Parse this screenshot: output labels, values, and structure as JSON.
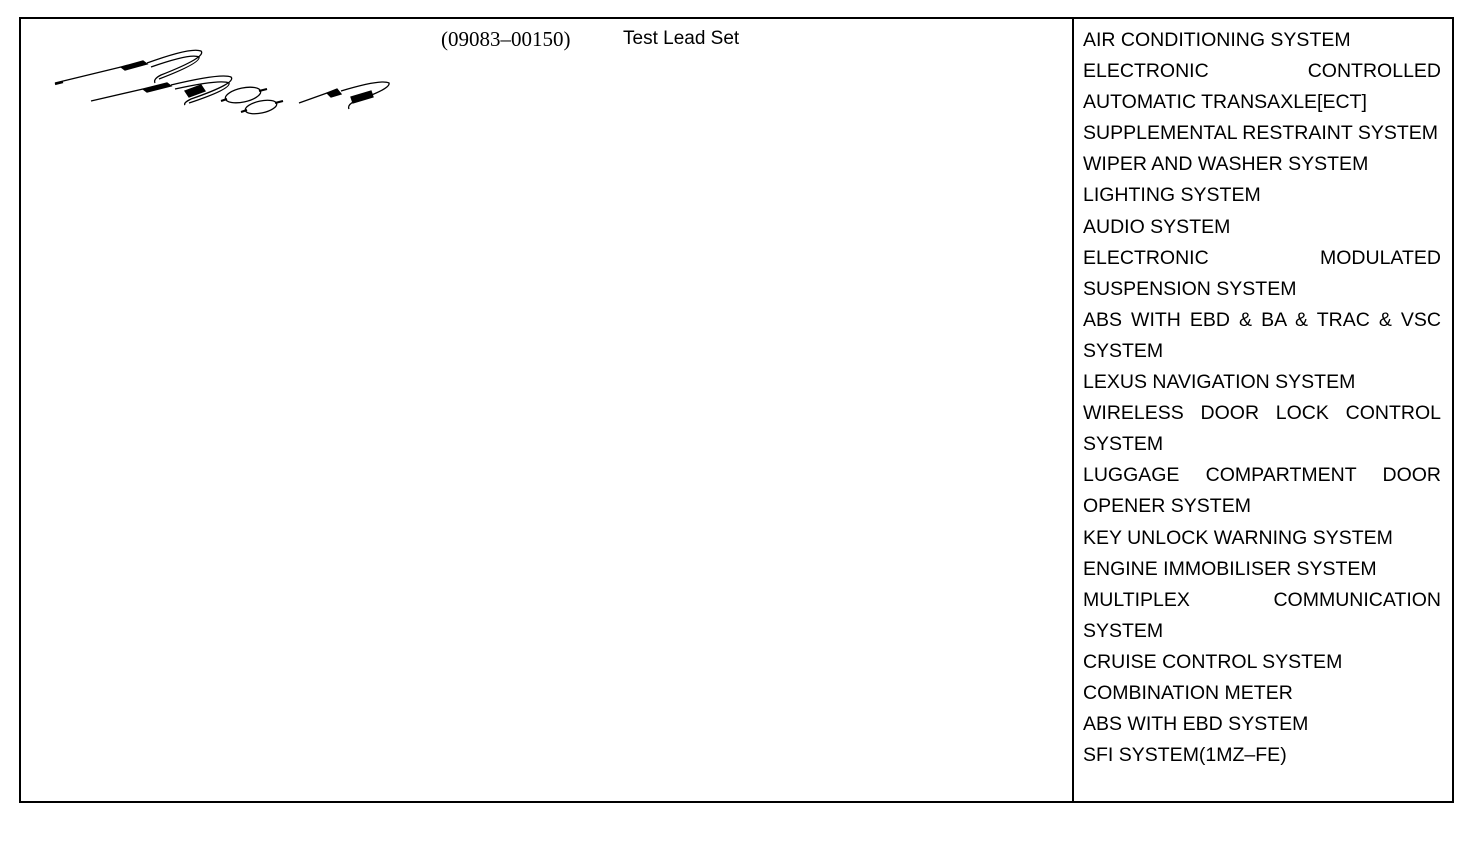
{
  "tool": {
    "number": "(09083–00150)",
    "name": "Test Lead Set",
    "illustration_icon": "test-lead-set-illustration"
  },
  "systems": [
    "AIR CONDITIONING SYSTEM",
    "ELECTRONIC CONTROLLED AUTOMATIC TRANSAXLE[ECT]",
    "SUPPLEMENTAL RESTRAINT SYSTEM",
    "WIPER AND WASHER SYSTEM",
    "LIGHTING SYSTEM",
    "AUDIO SYSTEM",
    "ELECTRONIC MODULATED SUSPENSION SYSTEM",
    "ABS WITH EBD & BA & TRAC & VSC SYSTEM",
    "LEXUS NAVIGATION SYSTEM",
    "WIRELESS DOOR LOCK CONTROL SYSTEM",
    "LUGGAGE COMPARTMENT DOOR OPENER SYSTEM",
    "KEY UNLOCK WARNING SYSTEM",
    "ENGINE IMMOBILISER SYSTEM",
    "MULTIPLEX COMMUNICATION SYSTEM",
    "CRUISE CONTROL SYSTEM",
    "COMBINATION METER",
    "ABS WITH EBD SYSTEM",
    "SFI SYSTEM(1MZ–FE)"
  ]
}
